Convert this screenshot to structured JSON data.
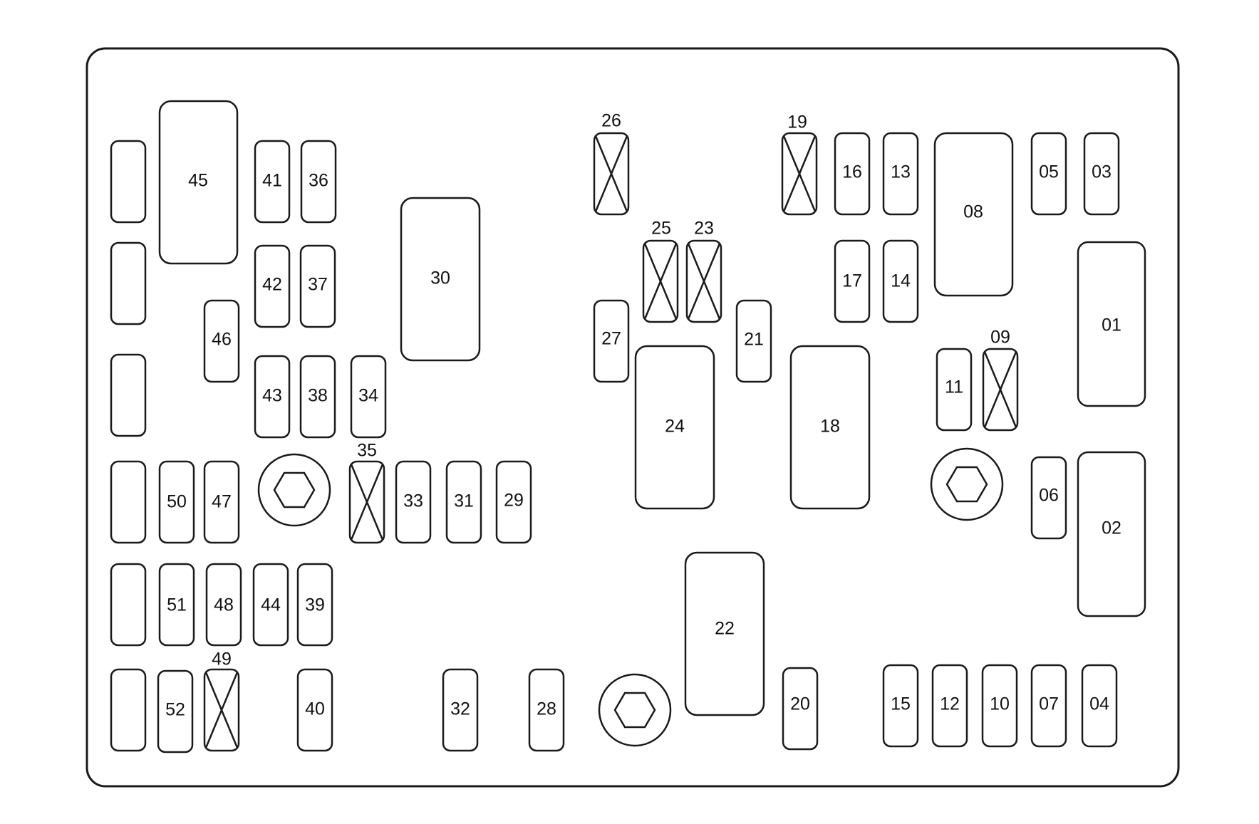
{
  "labels": {
    "f01": "01",
    "f02": "02",
    "f03": "03",
    "f04": "04",
    "f05": "05",
    "f06": "06",
    "f07": "07",
    "f08": "08",
    "f09": "09",
    "f10": "10",
    "f11": "11",
    "f12": "12",
    "f13": "13",
    "f14": "14",
    "f15": "15",
    "f16": "16",
    "f17": "17",
    "f18": "18",
    "f19": "19",
    "f20": "20",
    "f21": "21",
    "f22": "22",
    "f23": "23",
    "f24": "24",
    "f25": "25",
    "f26": "26",
    "f27": "27",
    "f28": "28",
    "f29": "29",
    "f30": "30",
    "f31": "31",
    "f32": "32",
    "f33": "33",
    "f34": "34",
    "f35": "35",
    "f36": "36",
    "f37": "37",
    "f38": "38",
    "f39": "39",
    "f40": "40",
    "f41": "41",
    "f42": "42",
    "f43": "43",
    "f44": "44",
    "f45": "45",
    "f46": "46",
    "f47": "47",
    "f48": "48",
    "f49": "49",
    "f50": "50",
    "f51": "51",
    "f52": "52"
  }
}
